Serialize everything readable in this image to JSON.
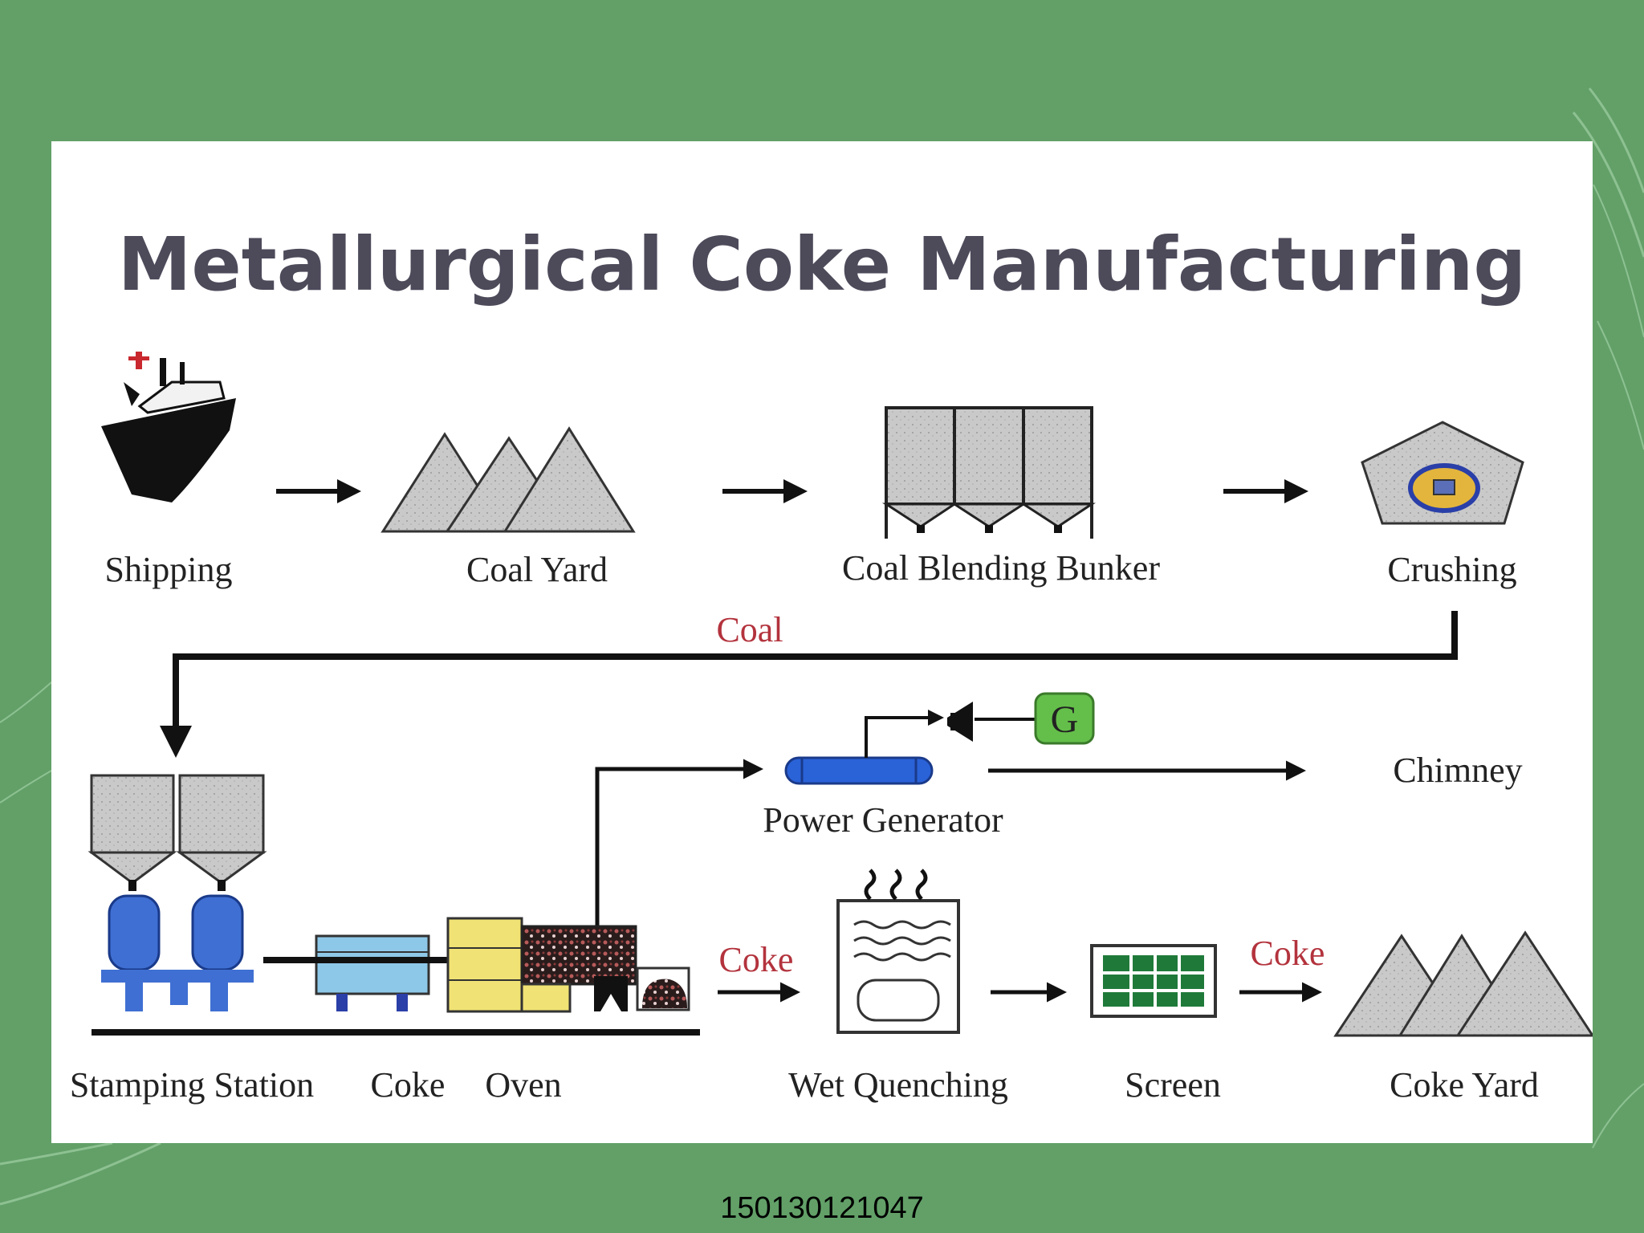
{
  "title": "Metallurgical Coke Manufacturing",
  "stages": {
    "shipping": "Shipping",
    "coal_yard": "Coal Yard",
    "coal_blending_bunker": "Coal Blending Bunker",
    "crushing": "Crushing",
    "power_generator": "Power Generator",
    "chimney": "Chimney",
    "stamping_station": "Stamping Station",
    "coke_oven_a": "Coke",
    "coke_oven_b": "Oven",
    "wet_quenching": "Wet Quenching",
    "screen": "Screen",
    "coke_yard": "Coke Yard"
  },
  "flows": {
    "coal": "Coal",
    "coke_to_quench": "Coke",
    "coke_to_yard": "Coke"
  },
  "generator_letter": "G",
  "footer_id": "150130121047",
  "colors": {
    "background": "#62a068",
    "title": "#4d4a5a",
    "flow_label": "#b3333d",
    "pile_gray": "#c9c9c9",
    "oven_yellow": "#f0e274",
    "tank_blue": "#3f6fd2",
    "generator_green": "#64bf4a"
  }
}
